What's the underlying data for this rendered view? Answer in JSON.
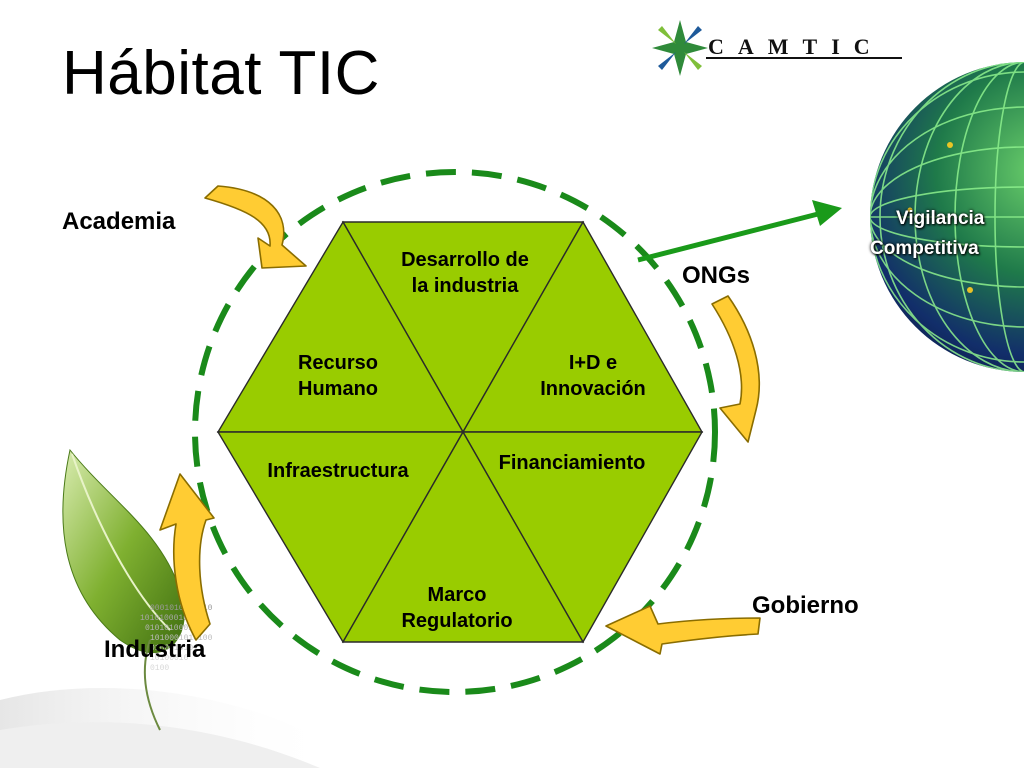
{
  "slide": {
    "title": "Hábitat TIC",
    "logo_text": "CAMTIC"
  },
  "globe": {
    "label_line1": "Vigilancia",
    "label_line2": "Competitiva"
  },
  "actors": {
    "academia": "Academia",
    "ongs": "ONGs",
    "gobierno": "Gobierno",
    "industria": "Industria"
  },
  "hexagon": {
    "segments": {
      "top": "Desarrollo de\nla industria",
      "upper_left": "Recurso\nHumano",
      "upper_right": "I+D e\nInnovación",
      "lower_left": "Infraestructura",
      "lower_right": "Financiamiento",
      "bottom": "Marco\nRegulatorio"
    }
  },
  "colors": {
    "hexagon_fill": "#99cc00",
    "dashed_circle": "#1a8a1a",
    "arrow_fill": "#ffcc33",
    "arrow_stroke": "#8a6d00",
    "vigilancia_arrow": "#1a9a1a"
  },
  "icons": {
    "logo": "camtic-star-icon",
    "globe": "globe-icon",
    "leaf": "leaf-icon"
  }
}
